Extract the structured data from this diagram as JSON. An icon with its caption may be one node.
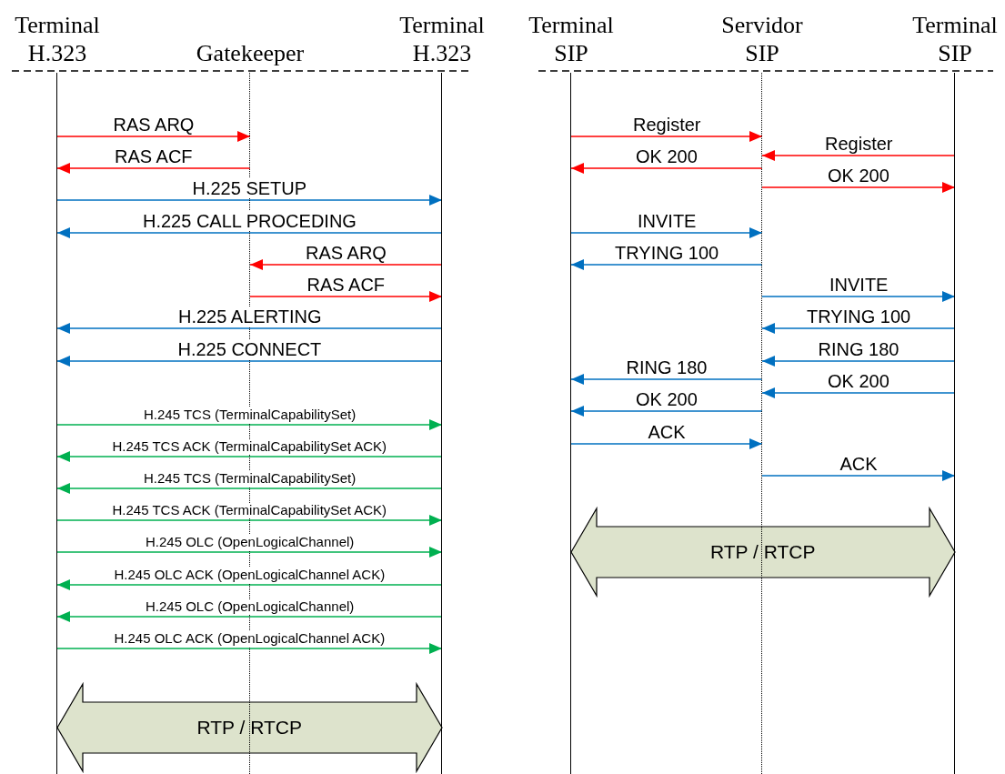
{
  "diagram": {
    "nodes": [
      {
        "text": [
          "Terminal H.323"
        ]
      },
      {
        "text": [
          "Gatekeeper"
        ]
      },
      {
        "text": [
          "Terminal H.323"
        ]
      },
      {
        "text": [
          "Terminal SIP"
        ]
      },
      {
        "text": [
          "Servidor SIP"
        ]
      },
      {
        "text": [
          "Terminal SIP"
        ]
      }
    ],
    "edges": [
      {
        "from": 0,
        "to": 1,
        "arrow": "to",
        "label": "RAS ARQ",
        "color": "#ff0000"
      },
      {
        "from": 1,
        "to": 0,
        "arrow": "to",
        "label": "RAS ACF",
        "color": "#ff0000"
      },
      {
        "from": 0,
        "to": 2,
        "arrow": "to",
        "label": "H.225 SETUP",
        "color": "#0070c0"
      },
      {
        "from": 2,
        "to": 0,
        "arrow": "to",
        "label": "H.225 CALL PROCEDING",
        "color": "#0070c0"
      },
      {
        "from": 2,
        "to": 1,
        "arrow": "to",
        "label": "RAS ARQ",
        "color": "#ff0000"
      },
      {
        "from": 1,
        "to": 2,
        "arrow": "to",
        "label": "RAS ACF",
        "color": "#ff0000"
      },
      {
        "from": 2,
        "to": 0,
        "arrow": "to",
        "label": "H.225 ALERTING",
        "color": "#0070c0"
      },
      {
        "from": 2,
        "to": 0,
        "arrow": "to",
        "label": "H.225 CONNECT",
        "color": "#0070c0"
      },
      {
        "from": 0,
        "to": 2,
        "arrow": "to",
        "label": "H.245 TCS (TerminalCapabilitySet)",
        "color": "#00b050"
      },
      {
        "from": 2,
        "to": 0,
        "arrow": "to",
        "label": "H.245 TCS ACK (TerminalCapabilitySet ACK)",
        "color": "#00b050"
      },
      {
        "from": 2,
        "to": 0,
        "arrow": "to",
        "label": "H.245 TCS (TerminalCapabilitySet)",
        "color": "#00b050"
      },
      {
        "from": 0,
        "to": 2,
        "arrow": "to",
        "label": "H.245 TCS ACK (TerminalCapabilitySet ACK)",
        "color": "#00b050"
      },
      {
        "from": 0,
        "to": 2,
        "arrow": "to",
        "label": "H.245 OLC (OpenLogicalChannel)",
        "color": "#00b050"
      },
      {
        "from": 2,
        "to": 0,
        "arrow": "to",
        "label": "H.245 OLC ACK (OpenLogicalChannel ACK)",
        "color": "#00b050"
      },
      {
        "from": 2,
        "to": 0,
        "arrow": "to",
        "label": "H.245 OLC (OpenLogicalChannel)",
        "color": "#00b050"
      },
      {
        "from": 0,
        "to": 2,
        "arrow": "to",
        "label": "H.245 OLC ACK (OpenLogicalChannel ACK)",
        "color": "#00b050"
      },
      {
        "from": 0,
        "to": 2,
        "arrow": "both",
        "label": "RTP / RTCP",
        "style": "thick"
      },
      {
        "from": 3,
        "to": 4,
        "arrow": "to",
        "label": "Register",
        "color": "#ff0000"
      },
      {
        "from": 5,
        "to": 4,
        "arrow": "to",
        "label": "Register",
        "color": "#ff0000"
      },
      {
        "from": 4,
        "to": 3,
        "arrow": "to",
        "label": "OK 200",
        "color": "#ff0000"
      },
      {
        "from": 4,
        "to": 5,
        "arrow": "to",
        "label": "OK 200",
        "color": "#ff0000"
      },
      {
        "from": 3,
        "to": 4,
        "arrow": "to",
        "label": "INVITE",
        "color": "#0070c0"
      },
      {
        "from": 4,
        "to": 3,
        "arrow": "to",
        "label": "TRYING 100",
        "color": "#0070c0"
      },
      {
        "from": 4,
        "to": 5,
        "arrow": "to",
        "label": "INVITE",
        "color": "#0070c0"
      },
      {
        "from": 5,
        "to": 4,
        "arrow": "to",
        "label": "TRYING 100",
        "color": "#0070c0"
      },
      {
        "from": 5,
        "to": 4,
        "arrow": "to",
        "label": "RING 180",
        "color": "#0070c0"
      },
      {
        "from": 4,
        "to": 3,
        "arrow": "to",
        "label": "RING 180",
        "color": "#0070c0"
      },
      {
        "from": 5,
        "to": 4,
        "arrow": "to",
        "label": "OK 200",
        "color": "#0070c0"
      },
      {
        "from": 4,
        "to": 3,
        "arrow": "to",
        "label": "OK 200",
        "color": "#0070c0"
      },
      {
        "from": 3,
        "to": 4,
        "arrow": "to",
        "label": "ACK",
        "color": "#0070c0"
      },
      {
        "from": 4,
        "to": 5,
        "arrow": "to",
        "label": "ACK",
        "color": "#0070c0"
      },
      {
        "from": 3,
        "to": 5,
        "arrow": "both",
        "label": "RTP / RTCP",
        "style": "thick"
      }
    ]
  }
}
